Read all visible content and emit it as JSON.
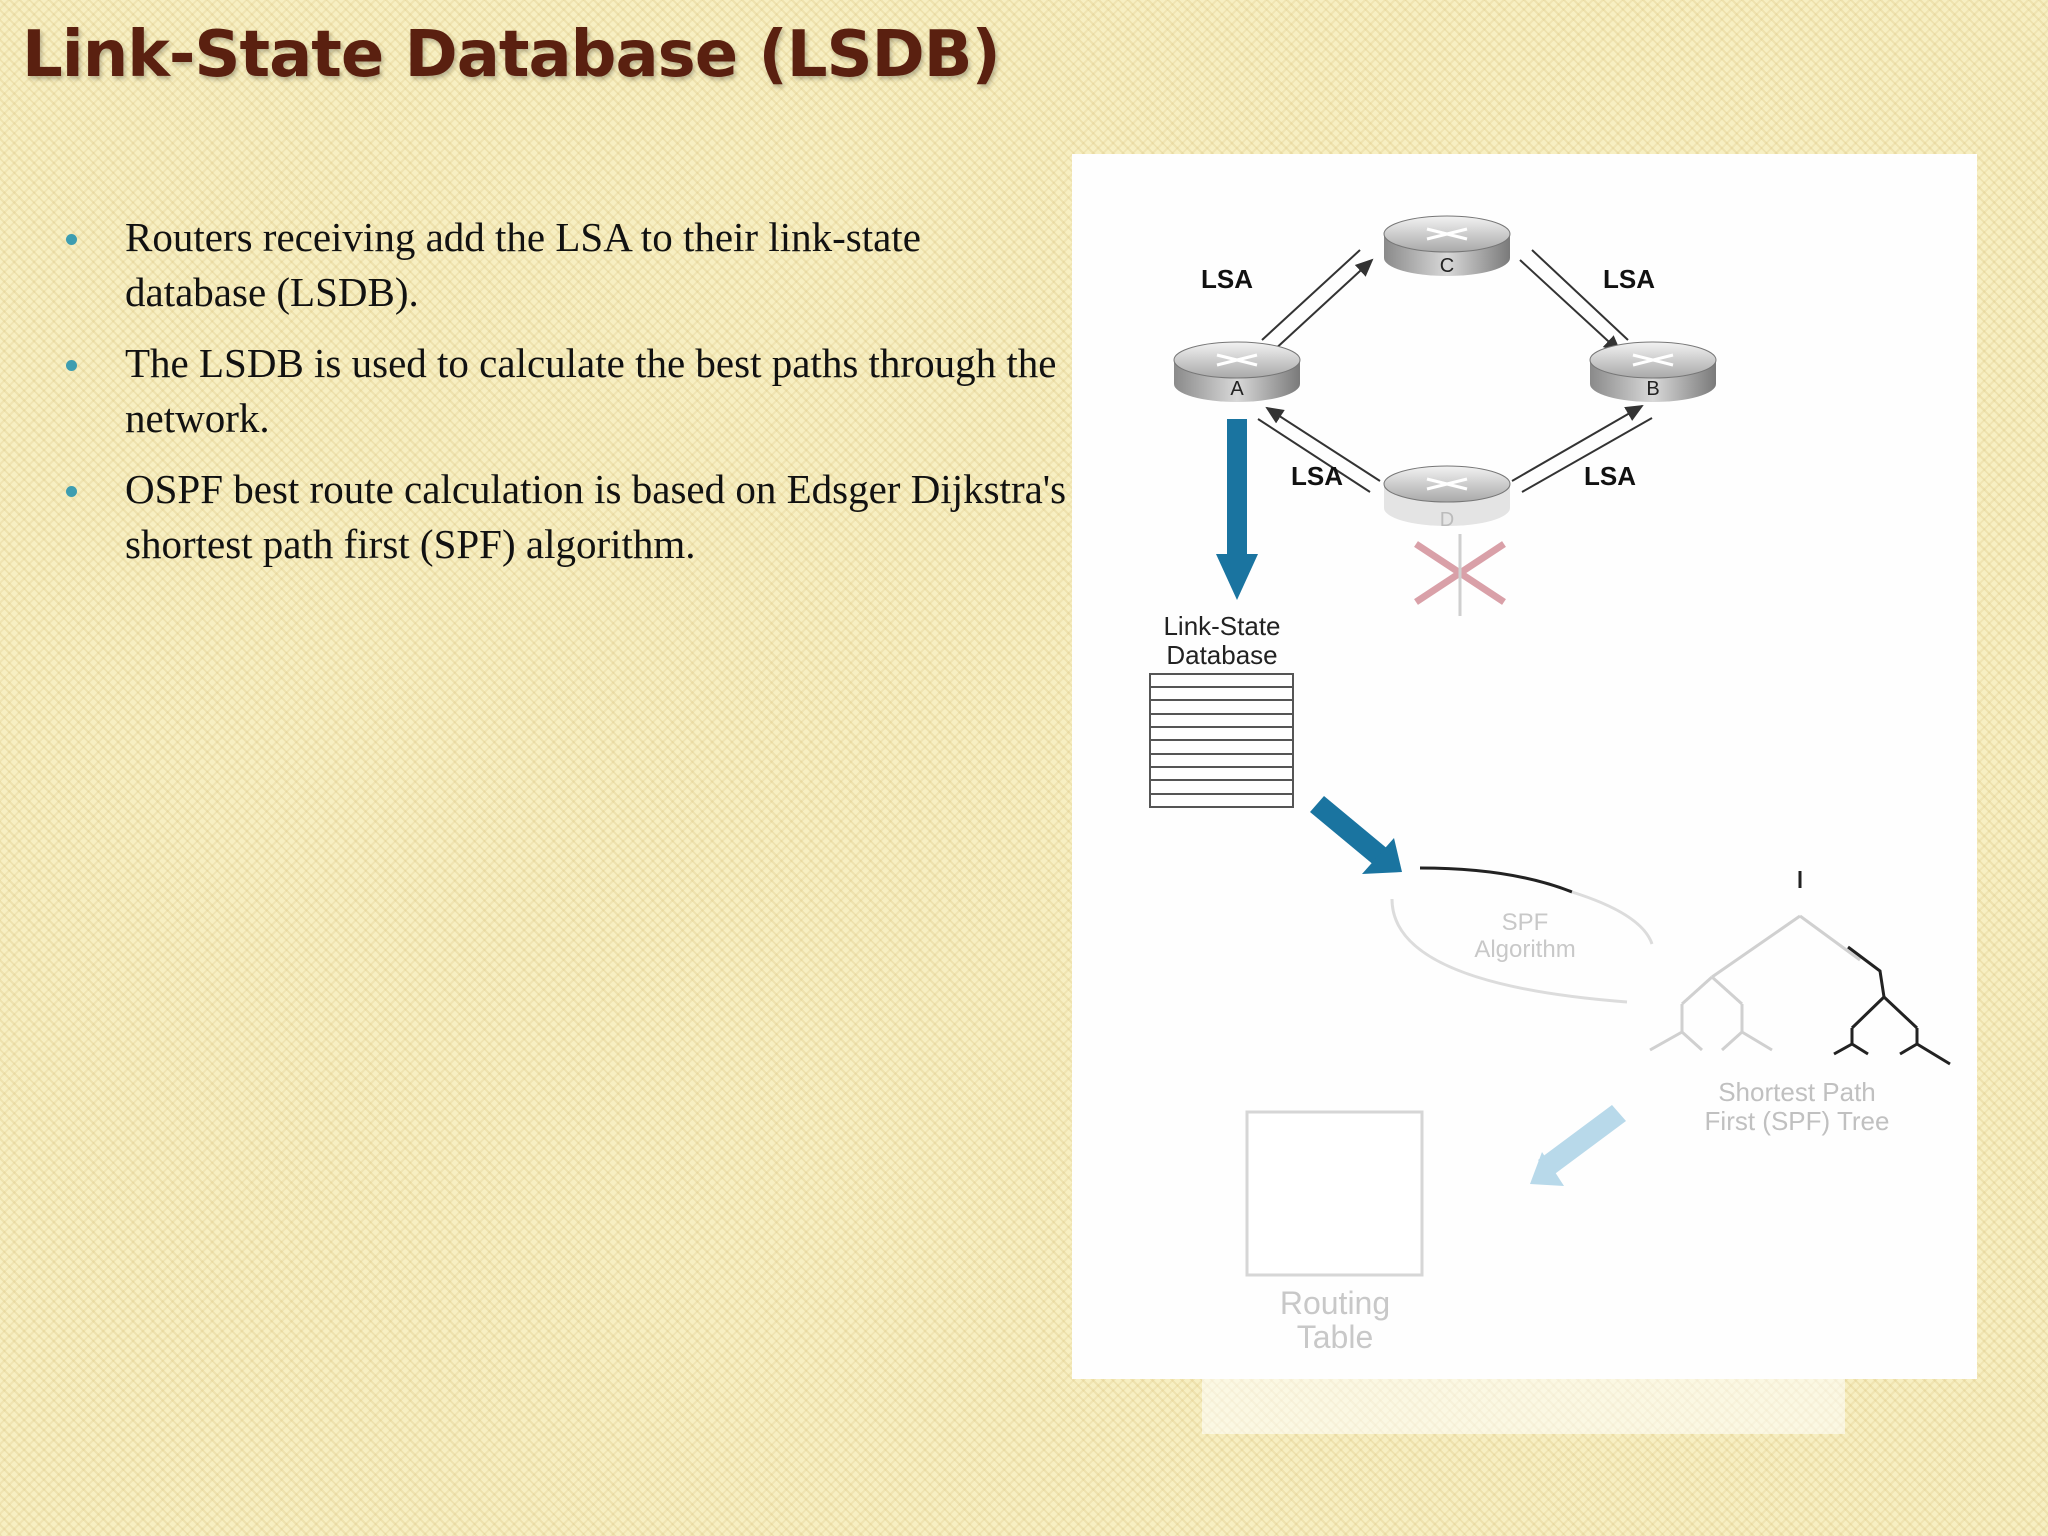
{
  "slide": {
    "title": "Link-State Database (LSDB)",
    "bullets": [
      "Routers receiving add the LSA to their link-state database (LSDB).",
      "The LSDB is used to calculate the best paths through the network.",
      "OSPF best route calculation is based on Edsger Dijkstra's shortest path first (SPF) algorithm."
    ]
  },
  "diagram": {
    "routers": {
      "a": "A",
      "b": "B",
      "c": "C",
      "d": "D"
    },
    "lsa_labels": [
      "LSA",
      "LSA",
      "LSA",
      "LSA"
    ],
    "lsdb_label_line1": "Link-State",
    "lsdb_label_line2": "Database",
    "spf_label_line1": "SPF",
    "spf_label_line2": "Algorithm",
    "spt_label_line1": "Shortest Path",
    "spt_label_line2": "First (SPF) Tree",
    "routing_label_line1": "Routing",
    "routing_label_line2": "Table",
    "colors": {
      "arrow_blue": "#1a74a0",
      "arrow_light": "#b8d9ea",
      "failure_x": "#d9a0a8"
    }
  }
}
